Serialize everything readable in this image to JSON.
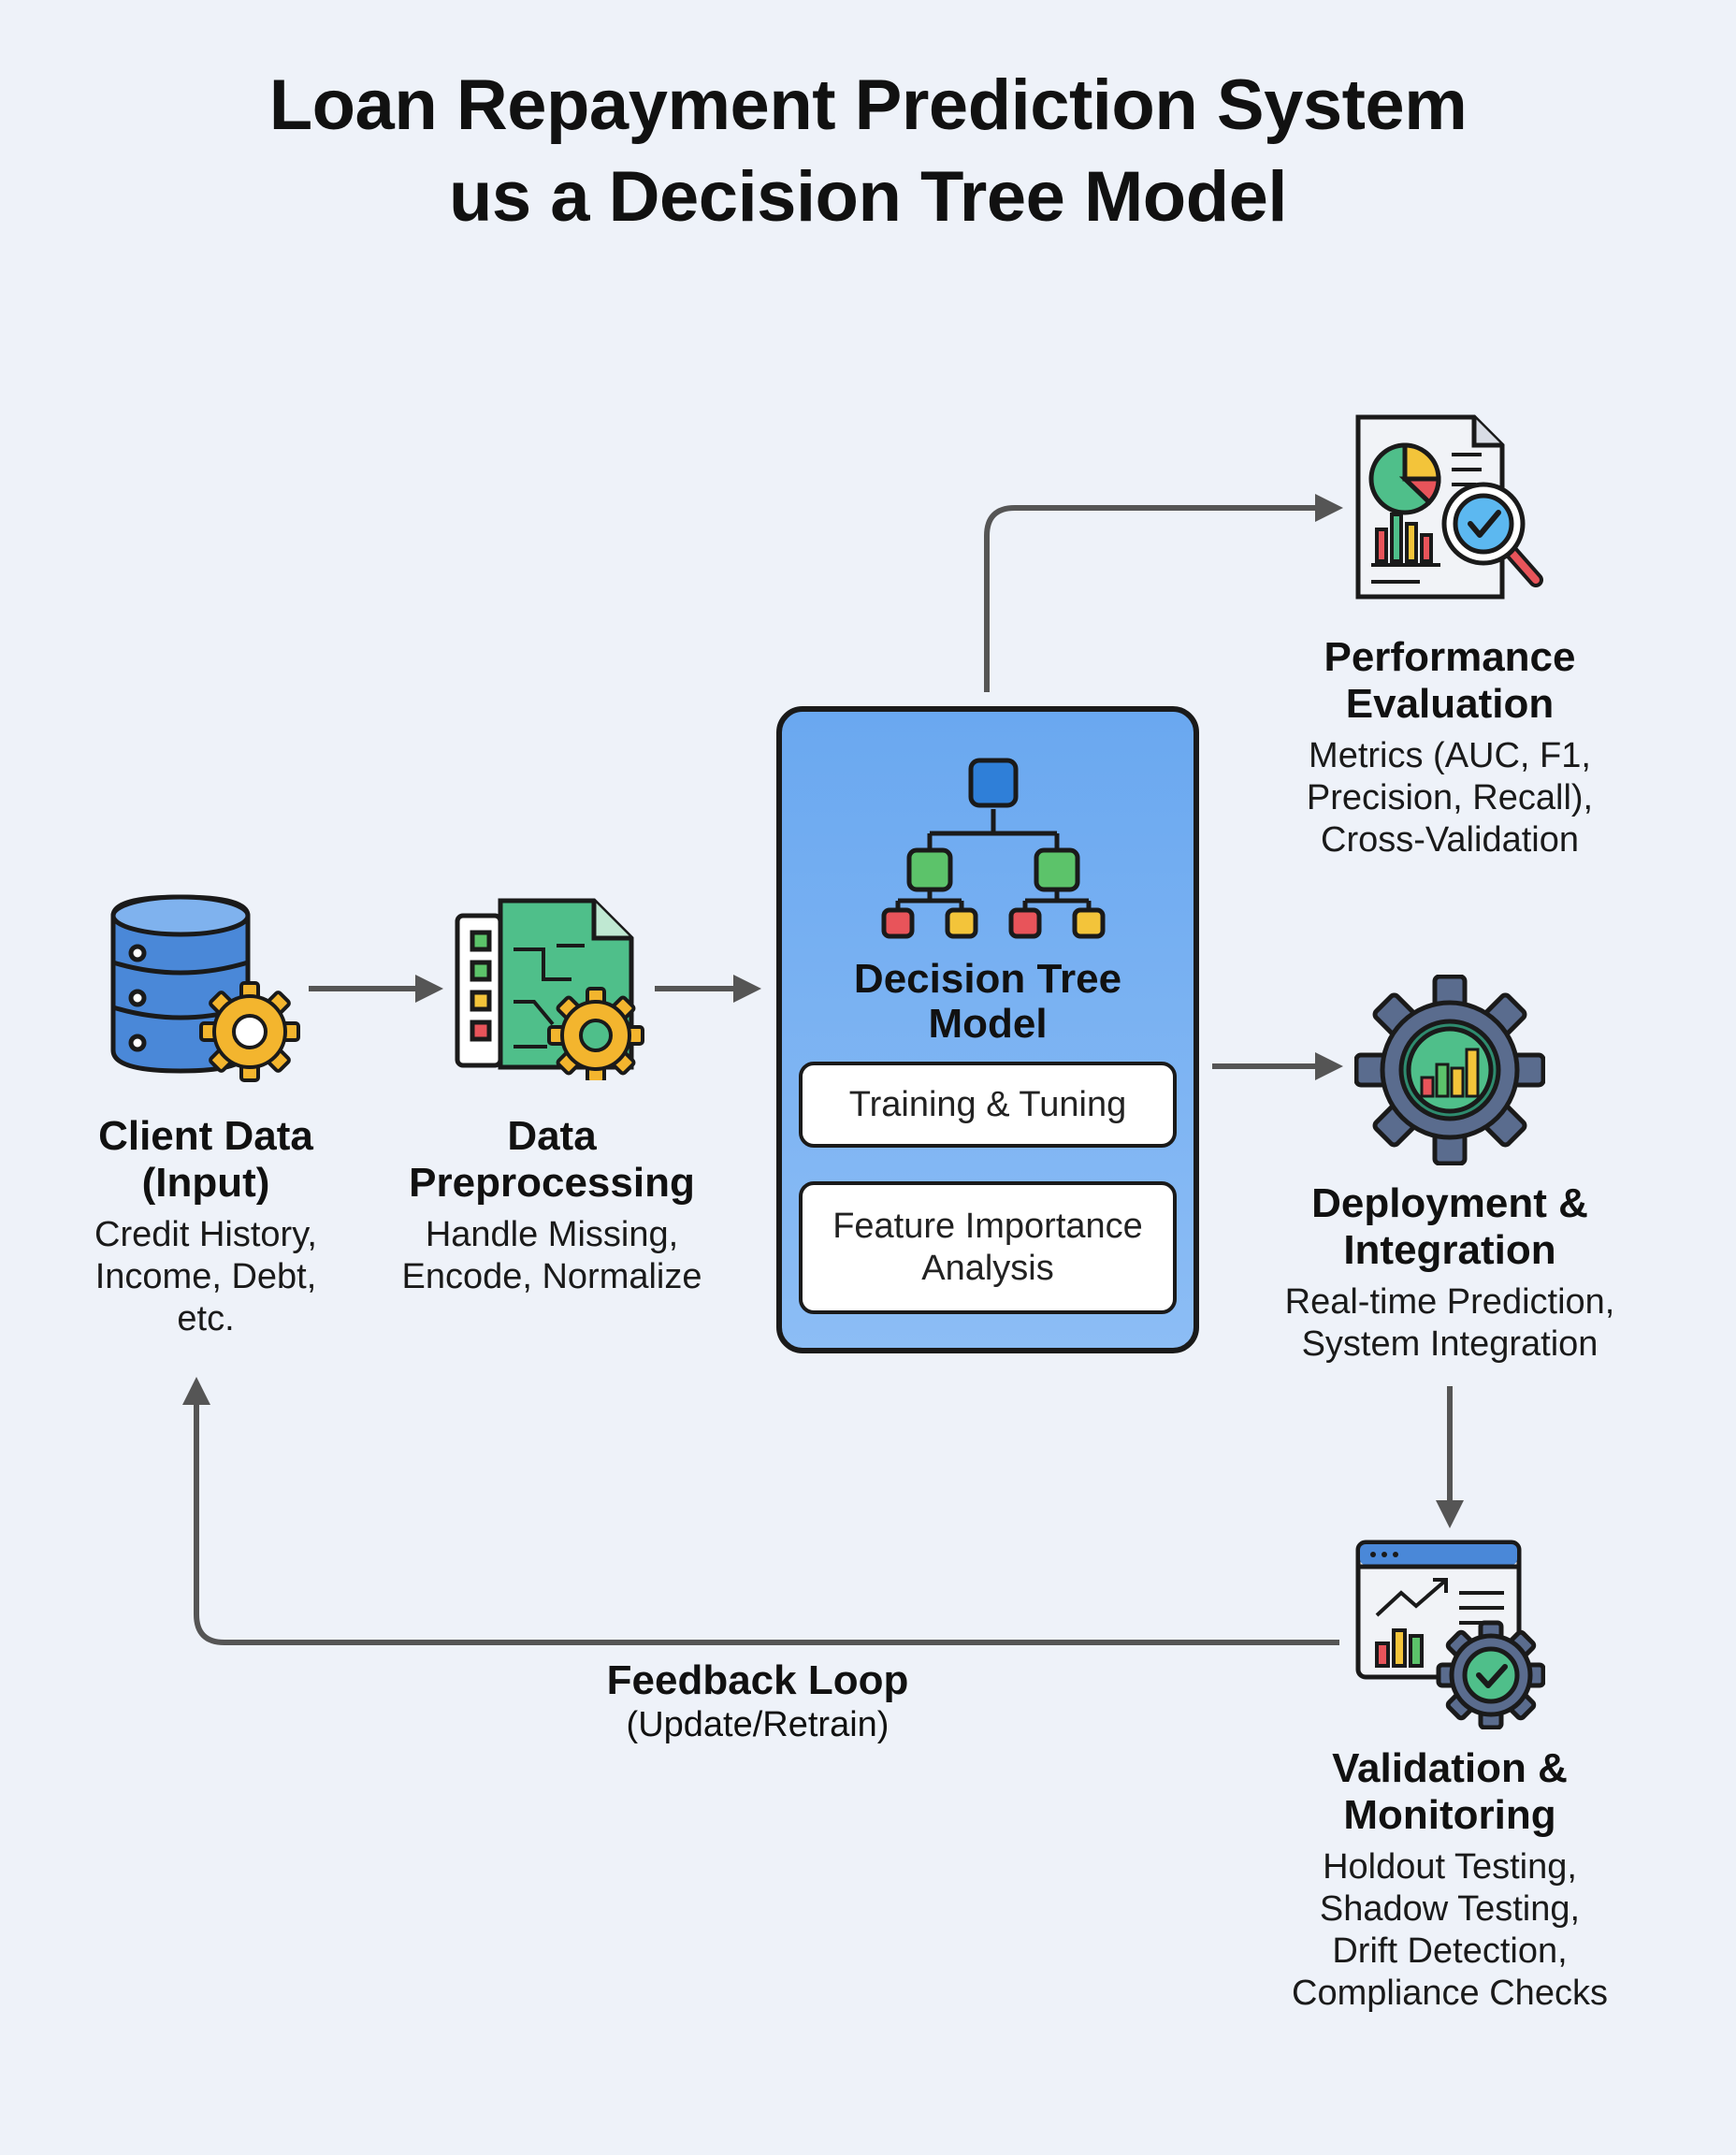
{
  "title": {
    "line1": "Loan Repayment Prediction System",
    "line2": "us a Decision Tree Model"
  },
  "nodes": {
    "client_data": {
      "title_line1": "Client Data",
      "title_line2": "(Input)",
      "desc_line1": "Credit History,",
      "desc_line2": "Income, Debt,",
      "desc_line3": "etc."
    },
    "preprocessing": {
      "title_line1": "Data",
      "title_line2": "Preprocessing",
      "desc_line1": "Handle Missing,",
      "desc_line2": "Encode, Normalize"
    },
    "model": {
      "title_line1": "Decision Tree",
      "title_line2": "Model",
      "sub1": "Training & Tuning",
      "sub2_line1": "Feature Importance",
      "sub2_line2": "Analysis"
    },
    "evaluation": {
      "title_line1": "Performance",
      "title_line2": "Evaluation",
      "desc_line1": "Metrics (AUC, F1,",
      "desc_line2": "Precision, Recall),",
      "desc_line3": "Cross-Validation"
    },
    "deployment": {
      "title_line1": "Deployment &",
      "title_line2": "Integration",
      "desc_line1": "Real-time Prediction,",
      "desc_line2": "System Integration"
    },
    "monitoring": {
      "title_line1": "Validation &",
      "title_line2": "Monitoring",
      "desc_line1": "Holdout Testing,",
      "desc_line2": "Shadow Testing,",
      "desc_line3": "Drift Detection,",
      "desc_line4": "Compliance Checks"
    }
  },
  "feedback": {
    "title": "Feedback Loop",
    "subtitle": "(Update/Retrain)"
  },
  "icons": {
    "client_data": "database-gear-icon",
    "preprocessing": "document-gear-icon",
    "model": "decision-tree-icon",
    "evaluation": "report-magnifier-icon",
    "deployment": "gear-chart-icon",
    "monitoring": "dashboard-check-gear-icon"
  },
  "colors": {
    "background": "#eef2f9",
    "model_box": "#7eb4f2",
    "arrow": "#555555",
    "tree_root": "#2f7fd8",
    "tree_mid": "#5cc36a",
    "tree_leaf_red": "#e8545a",
    "tree_leaf_yellow": "#f3c43a",
    "gear_yellow": "#f3b52e",
    "document_green": "#4fbf8a",
    "database_blue": "#4a88d8"
  }
}
